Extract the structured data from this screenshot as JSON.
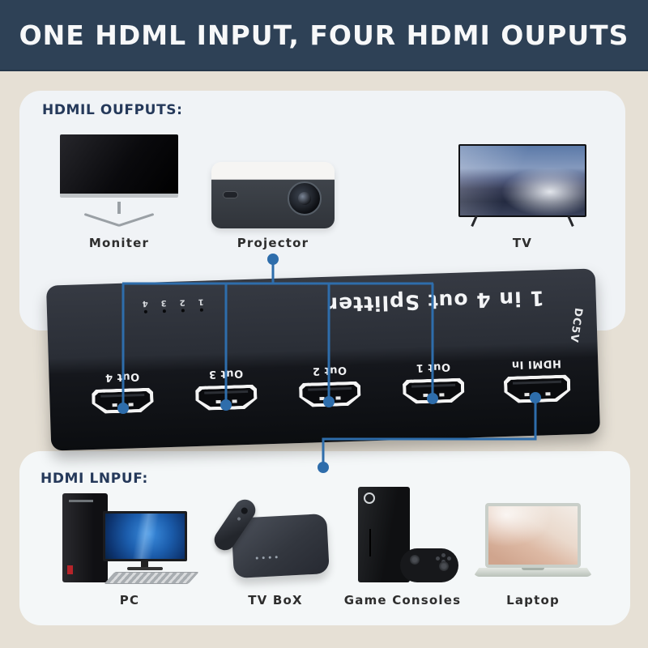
{
  "banner": {
    "title": "ONE HDML INPUT, FOUR HDMI OUPUTS"
  },
  "colors": {
    "banner_bg": "#2e4156",
    "page_bg": "#e6e0d5",
    "card_bg": "#f0f3f6",
    "card2_bg": "#f4f7f8",
    "connector": "#2e6dab",
    "header_color": "#25395a",
    "label_color": "#2e2e2e"
  },
  "outputs": {
    "header": "HDMIL OUFPUTS:",
    "devices": [
      {
        "icon": "monitor-illustration",
        "label": "Moniter"
      },
      {
        "icon": "projector-illustration",
        "label": "Projector"
      },
      {
        "icon": "tv-illustration",
        "label": "TV"
      }
    ]
  },
  "splitter": {
    "title": "1 in 4 out Splitter",
    "power_label": "DC5V",
    "leds": [
      "1",
      "2",
      "3",
      "4"
    ],
    "ports": [
      {
        "label": "Out 4"
      },
      {
        "label": "Out 3"
      },
      {
        "label": "Out 2"
      },
      {
        "label": "Out 1"
      },
      {
        "label": "HDMI In"
      }
    ]
  },
  "inputs": {
    "header": "HDMI LNPUF:",
    "devices": [
      {
        "icon": "pc-illustration",
        "label": "PC"
      },
      {
        "icon": "tv-box-illustration",
        "label": "TV BoX"
      },
      {
        "icon": "game-consoles-illustration",
        "label": "Game Consoles"
      },
      {
        "icon": "laptop-illustration",
        "label": "Laptop"
      }
    ]
  }
}
